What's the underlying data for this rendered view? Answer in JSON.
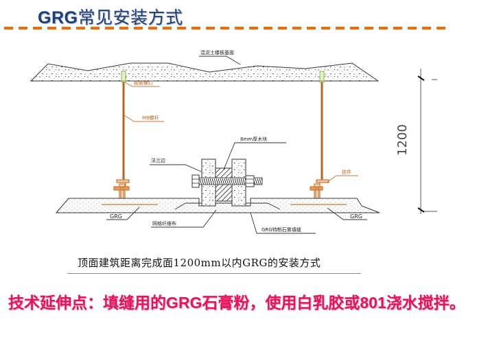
{
  "header": {
    "title_latin": "GRG",
    "title_cn": "常见安装方式",
    "accent_color": "#f26a0a",
    "title_color": "#1f3f7a"
  },
  "drawing": {
    "labels": {
      "slab": "混泥土楼板基面",
      "expansion_bolt": "膨胀螺钉",
      "m8_rod": "M8螺杆",
      "wood_block": "8mm厚木块",
      "flange": "法兰边",
      "hanger": "挂件",
      "grg_left": "GRG",
      "grg_right": "GRG",
      "mesh": "网格纤维布",
      "joint": "GRG特制石膏填缝"
    },
    "dimension": "1200",
    "caption": "顶面建筑距离完成面1200mm以内GRG的安装方式",
    "rod_color": "#b5651d"
  },
  "note": {
    "part1": "技术延伸点：填缝用的",
    "part2": "GRG",
    "part3": "石膏粉，使用白乳胶或",
    "part4": "801",
    "part5": "浇水搅拌。",
    "color": "#e8125a"
  }
}
